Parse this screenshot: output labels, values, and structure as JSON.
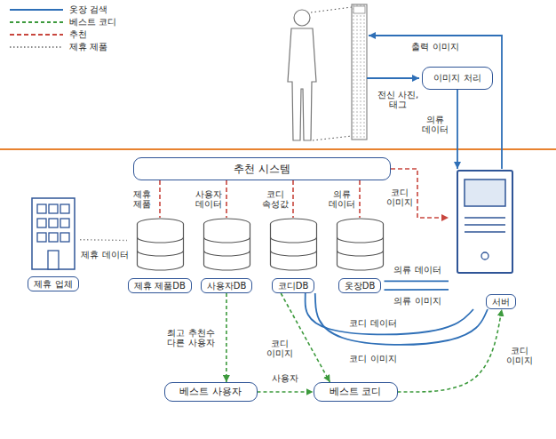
{
  "diagram": {
    "nodes": [
      {
        "text": [
          "이미지 처리"
        ]
      },
      {
        "text": [
          "추천 시스템"
        ]
      },
      {
        "text": [
          "제휴 업체"
        ]
      },
      {
        "text": [
          "제휴 제품DB"
        ]
      },
      {
        "text": [
          "사용자DB"
        ]
      },
      {
        "text": [
          "코디DB"
        ]
      },
      {
        "text": [
          "옷장DB"
        ]
      },
      {
        "text": [
          "서버"
        ]
      },
      {
        "text": [
          "베스트 사용자"
        ]
      },
      {
        "text": [
          "베스트 코디"
        ]
      }
    ],
    "edges": [
      {
        "from": 0,
        "to": 7,
        "arrow": "to",
        "label": "의류 데이터"
      },
      {
        "from": 1,
        "to": 3,
        "arrow": "none",
        "label": "제휴 제품"
      },
      {
        "from": 1,
        "to": 4,
        "arrow": "none",
        "label": "사용자 데이터"
      },
      {
        "from": 1,
        "to": 5,
        "arrow": "none",
        "label": "코디 속성값"
      },
      {
        "from": 1,
        "to": 6,
        "arrow": "none",
        "label": "의류 데이터"
      },
      {
        "from": 1,
        "to": 7,
        "arrow": "to",
        "label": "코디 이미지"
      },
      {
        "from": 2,
        "to": 3,
        "arrow": "none",
        "label": "제휴 데이터"
      },
      {
        "from": 6,
        "to": 7,
        "arrow": "none",
        "label": "의류 데이터"
      },
      {
        "from": 7,
        "to": 6,
        "arrow": "none",
        "label": "의류 이미지"
      },
      {
        "from": 5,
        "to": 7,
        "arrow": "none",
        "label": "코디 데이터"
      },
      {
        "from": 7,
        "to": 5,
        "arrow": "none",
        "label": "코디 이미지"
      },
      {
        "from": 4,
        "to": 8,
        "arrow": "to",
        "label": "최고 추천수 다른 사용자"
      },
      {
        "from": 8,
        "to": 9,
        "arrow": "to",
        "label": "사용자"
      },
      {
        "from": 5,
        "to": 9,
        "arrow": "to",
        "label": "코디 이미지"
      },
      {
        "from": 9,
        "to": 7,
        "arrow": "to",
        "label": "코디 이미지"
      }
    ],
    "labels": [
      "출력 이미지",
      "전신 사진, 태그"
    ],
    "legend": [
      {
        "text": "옷장 검색"
      },
      {
        "text": "베스트 코디"
      },
      {
        "text": "추천"
      },
      {
        "text": "제휴 제품"
      }
    ]
  }
}
